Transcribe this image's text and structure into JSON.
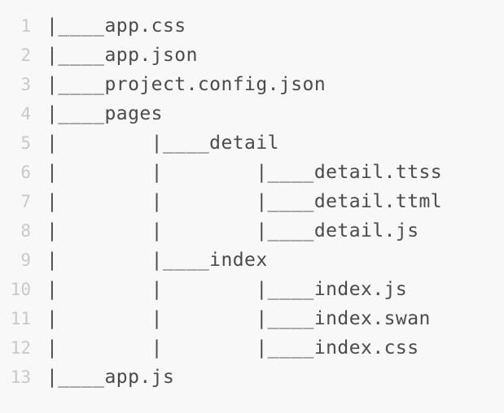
{
  "view": {
    "kind": "code-block",
    "language": "plain-text",
    "background_color": "#f8f8f8",
    "text_color": "#4b4b4b",
    "line_number_color": "#c9c9c9",
    "total_lines": 13
  },
  "lines": [
    {
      "number": "1",
      "text": "|____app.css"
    },
    {
      "number": "2",
      "text": "|____app.json"
    },
    {
      "number": "3",
      "text": "|____project.config.json"
    },
    {
      "number": "4",
      "text": "|____pages"
    },
    {
      "number": "5",
      "text": "|        |____detail"
    },
    {
      "number": "6",
      "text": "|        |        |____detail.ttss"
    },
    {
      "number": "7",
      "text": "|        |        |____detail.ttml"
    },
    {
      "number": "8",
      "text": "|        |        |____detail.js"
    },
    {
      "number": "9",
      "text": "|        |____index"
    },
    {
      "number": "10",
      "text": "|        |        |____index.js"
    },
    {
      "number": "11",
      "text": "|        |        |____index.swan"
    },
    {
      "number": "12",
      "text": "|        |        |____index.css"
    },
    {
      "number": "13",
      "text": "|____app.js"
    }
  ]
}
